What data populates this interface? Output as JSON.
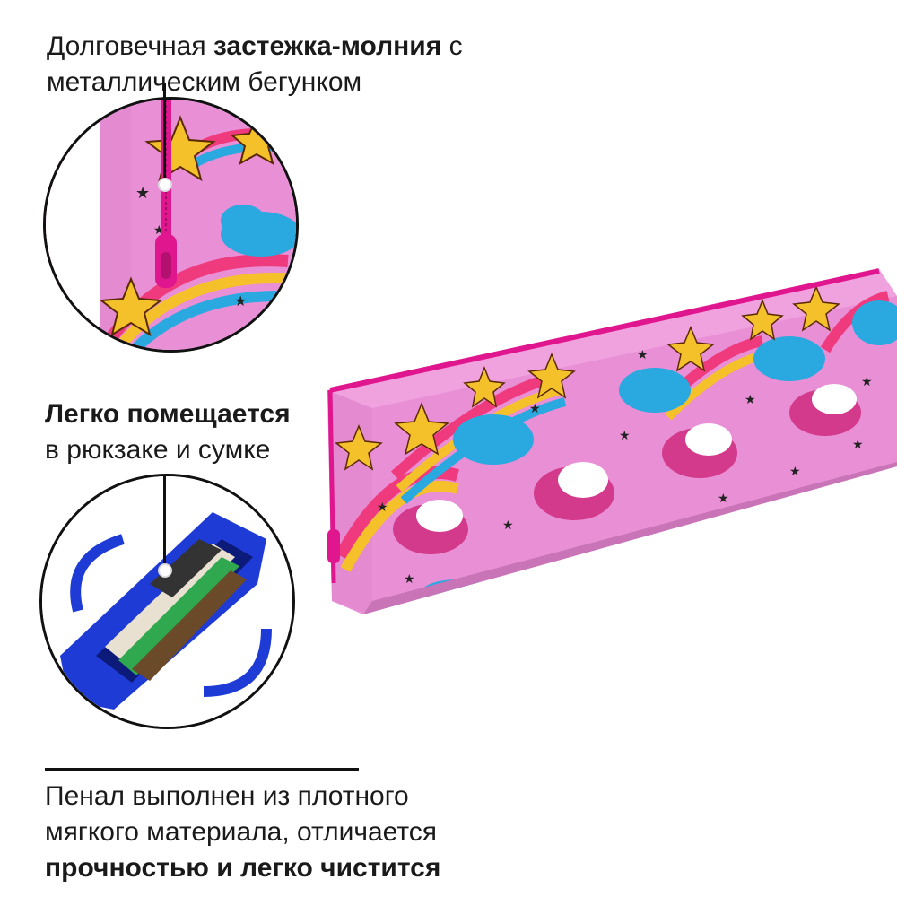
{
  "features": [
    {
      "line1_regular": "Долговечная ",
      "line1_bold": "застежка-молния",
      "line1_tail": " с",
      "line2_regular": "металлическим бегунком"
    },
    {
      "line1_bold": "Легко помещается",
      "line2_regular": "в рюкзаке и сумке"
    }
  ],
  "footer": {
    "line1": "Пенал выполнен из плотного",
    "line2": "мягкого материала, отличается",
    "line3_bold": "прочностью и легко чистится"
  },
  "colors": {
    "fabric_pink": "#e98fd6",
    "zipper_magenta": "#e0168f",
    "star_yellow": "#f5c12a",
    "cloud_blue": "#2aa8e0",
    "bag_blue": "#1f3bd6",
    "rule_black": "#111111"
  }
}
